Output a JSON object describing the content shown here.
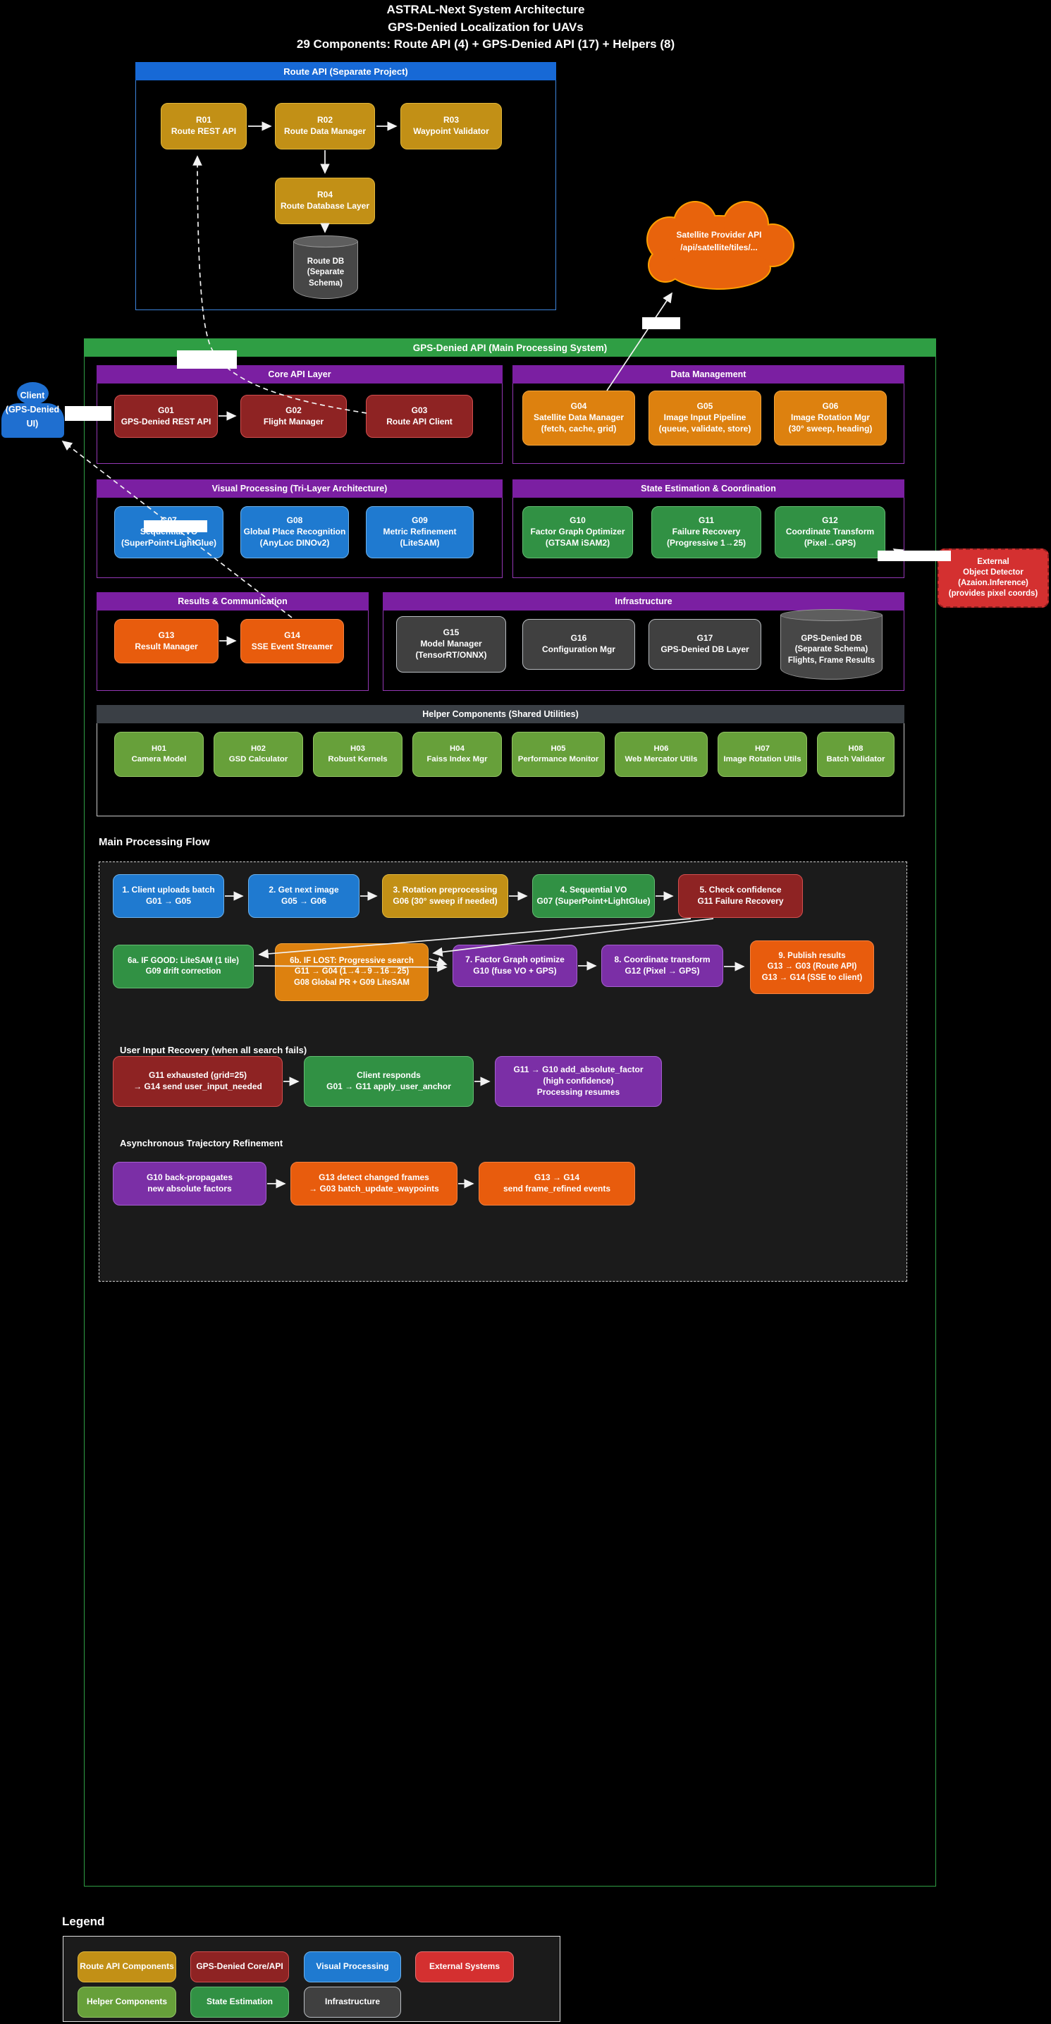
{
  "title": "ASTRAL-Next System Architecture\nGPS-Denied Localization for UAVs\n29 Components: Route API (4) + GPS-Denied API (17) + Helpers (8)",
  "client_actor": "Client\n(GPS-Denied\nUI)",
  "satellite_cloud": "Satellite Provider API\n/api/satellite/tiles/...",
  "external_detector": "External\nObject Detector\n(Azaion.Inference)\n(provides pixel coords)",
  "route_api": {
    "header": "Route API (Separate Project)",
    "r01": "R01\nRoute REST API",
    "r02": "R02\nRoute Data Manager",
    "r03": "R03\nWaypoint Validator",
    "r04": "R04\nRoute Database Layer",
    "db": "Route DB\n(Separate\nSchema)"
  },
  "gps_api": {
    "header": "GPS-Denied API (Main Processing System)",
    "core": {
      "header": "Core API Layer",
      "g01": "G01\nGPS-Denied REST API",
      "g02": "G02\nFlight Manager",
      "g03": "G03\nRoute API Client"
    },
    "data_mgmt": {
      "header": "Data Management",
      "g04": "G04\nSatellite Data Manager\n(fetch, cache, grid)",
      "g05": "G05\nImage Input Pipeline\n(queue, validate, store)",
      "g06": "G06\nImage Rotation Mgr\n(30° sweep, heading)"
    },
    "visual": {
      "header": "Visual Processing (Tri-Layer Architecture)",
      "g07": "G07\nSequential VO\n(SuperPoint+LightGlue)",
      "g08": "G08\nGlobal Place Recognition\n(AnyLoc DINOv2)",
      "g09": "G09\nMetric Refinement\n(LiteSAM)"
    },
    "state": {
      "header": "State Estimation & Coordination",
      "g10": "G10\nFactor Graph Optimizer\n(GTSAM iSAM2)",
      "g11": "G11\nFailure Recovery\n(Progressive 1→25)",
      "g12": "G12\nCoordinate Transform\n(Pixel→GPS)"
    },
    "results": {
      "header": "Results & Communication",
      "g13": "G13\nResult Manager",
      "g14": "G14\nSSE Event Streamer"
    },
    "infra": {
      "header": "Infrastructure",
      "g15": "G15\nModel Manager\n(TensorRT/ONNX)",
      "g16": "G16\nConfiguration Mgr",
      "g17": "G17\nGPS-Denied DB Layer",
      "db": "GPS-Denied DB\n(Separate Schema)\nFlights, Frame Results"
    },
    "helpers": {
      "header": "Helper Components (Shared Utilities)",
      "h01": "H01\nCamera Model",
      "h02": "H02\nGSD Calculator",
      "h03": "H03\nRobust Kernels",
      "h04": "H04\nFaiss Index Mgr",
      "h05": "H05\nPerformance Monitor",
      "h06": "H06\nWeb Mercator Utils",
      "h07": "H07\nImage Rotation Utils",
      "h08": "H08\nBatch Validator"
    }
  },
  "flow": {
    "title": "Main Processing Flow",
    "f1": "1. Client uploads batch\nG01 → G05",
    "f2": "2. Get next image\nG05 → G06",
    "f3": "3. Rotation preprocessing\nG06 (30° sweep if needed)",
    "f4": "4. Sequential VO\nG07 (SuperPoint+LightGlue)",
    "f5": "5. Check confidence\nG11 Failure Recovery",
    "f6a": "6a. IF GOOD: LiteSAM (1 tile)\nG09 drift correction",
    "f6b": "6b. IF LOST: Progressive search\nG11 → G04 (1→4→9→16→25)\nG08 Global PR + G09 LiteSAM",
    "f7": "7. Factor Graph optimize\nG10 (fuse VO + GPS)",
    "f8": "8. Coordinate transform\nG12 (Pixel → GPS)",
    "f9": "9. Publish results\nG13 → G03 (Route API)\nG13 → G14 (SSE to client)",
    "recovery_title": "User Input Recovery (when all search fails)",
    "fa": "G11 exhausted (grid=25)\n→ G14 send user_input_needed",
    "fb": "Client responds\nG01 → G11 apply_user_anchor",
    "fc": "G11 → G10 add_absolute_factor\n(high confidence)\nProcessing resumes",
    "async_title": "Asynchronous Trajectory Refinement",
    "fp": "G10 back-propagates\nnew absolute factors",
    "fq": "G13 detect changed frames\n→ G03 batch_update_waypoints",
    "fr": "G13 → G14\nsend frame_refined events"
  },
  "legend": {
    "title": "Legend",
    "route": "Route API Components",
    "core": "GPS-Denied Core/API",
    "visual": "Visual Processing",
    "external": "External Systems",
    "helper": "Helper Components",
    "state": "State Estimation",
    "infra": "Infrastructure"
  },
  "colors": {
    "route_gold": "#c29016",
    "core_red": "#8e2323",
    "visual_blue": "#1f7ad0",
    "data_orange": "#dd810f",
    "state_green": "#319144",
    "results_orange": "#e85c0d",
    "infra_gray": "#404040",
    "helper_green": "#67a03a",
    "flow_purple": "#7b2fa6",
    "external_red": "#d43030",
    "header_purple": "#7b1fa2",
    "header_green": "#2f9e44",
    "header_blue": "#1769d6",
    "header_slate": "#3a3f45"
  }
}
